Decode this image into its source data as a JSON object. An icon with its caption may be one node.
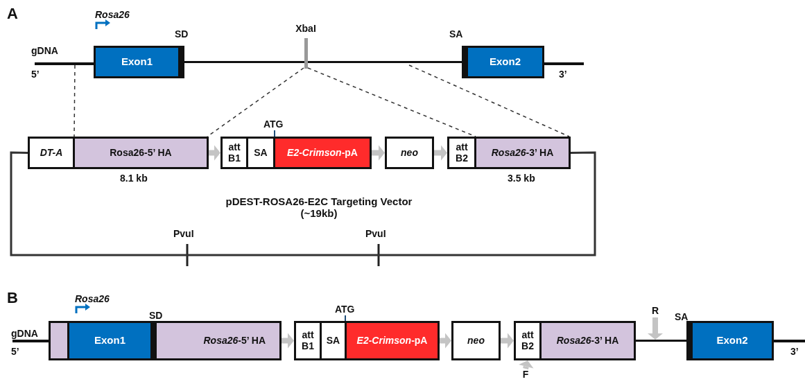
{
  "diagram": {
    "nodes": [
      {
        "text": [
          "Exon1"
        ],
        "beside": [
          "Rosa26",
          "SD"
        ]
      },
      {
        "text": [
          "XbaI"
        ]
      },
      {
        "text": [
          "Exon2"
        ],
        "beside": [
          "SA"
        ]
      },
      {
        "text": [
          "DT-A"
        ]
      },
      {
        "text": [
          "Rosa26-5’ HA"
        ],
        "beside": [
          "8.1 kb"
        ]
      },
      {
        "text": [
          "att B1"
        ]
      },
      {
        "text": [
          "SA"
        ]
      },
      {
        "text": [
          "*E2-Crimson*-pA"
        ],
        "beside": [
          "ATG"
        ]
      },
      {
        "text": [
          "neo"
        ]
      },
      {
        "text": [
          "att B2"
        ]
      },
      {
        "text": [
          "*Rosa26*-3’ HA"
        ],
        "beside": [
          "3.5 kb"
        ]
      },
      {
        "text": [
          "*Rosa26*-5’ HA"
        ]
      },
      {
        "text": [
          "Exon1"
        ],
        "in": 11,
        "beside": [
          "Rosa26",
          "SD"
        ]
      },
      {
        "text": [
          "att B1"
        ]
      },
      {
        "text": [
          "SA"
        ]
      },
      {
        "text": [
          "*E2-Crimson*-pA"
        ],
        "beside": [
          "ATG"
        ]
      },
      {
        "text": [
          "neo"
        ]
      },
      {
        "text": [
          "att B2"
        ]
      },
      {
        "text": [
          "*Rosa26*-3’ HA"
        ]
      },
      {
        "text": [
          "R"
        ]
      },
      {
        "text": [
          "F"
        ]
      },
      {
        "text": [
          "Exon2"
        ],
        "beside": [
          "SA"
        ]
      }
    ],
    "edges": [
      {
        "from": null,
        "to": 4,
        "arrow": "none",
        "style": "dashed",
        "color": "#333333"
      },
      {
        "from": 1,
        "to": 4,
        "arrow": "none",
        "style": "dashed",
        "color": "#333333"
      },
      {
        "from": 1,
        "to": 10,
        "arrow": "none",
        "style": "dashed",
        "color": "#333333"
      },
      {
        "from": null,
        "to": 10,
        "arrow": "none",
        "style": "dashed",
        "color": "#333333"
      },
      {
        "from": 4,
        "to": 5,
        "arrow": "to"
      },
      {
        "from": 7,
        "to": 8,
        "arrow": "to"
      },
      {
        "from": 8,
        "to": 9,
        "arrow": "to"
      },
      {
        "from": 3,
        "to": 10,
        "arrow": "none",
        "color": "#333333"
      },
      {
        "from": 11,
        "to": 13,
        "arrow": "to"
      },
      {
        "from": 15,
        "to": 16,
        "arrow": "to"
      },
      {
        "from": 16,
        "to": 17,
        "arrow": "to"
      },
      {
        "from": 19,
        "to": null,
        "arrow": "to"
      },
      {
        "from": 20,
        "to": 17,
        "arrow": "to"
      },
      {
        "from": 0,
        "to": 2,
        "arrow": "none",
        "color": "#111111"
      },
      {
        "from": 18,
        "to": 21,
        "arrow": "none",
        "color": "#111111"
      }
    ],
    "labels": [
      "A",
      "gDNA",
      "5’",
      "3’",
      "pDEST-ROSA26-E2C Targeting Vector (~19kb)",
      "PvuI",
      "PvuI",
      "B",
      "gDNA",
      "5’",
      "3’"
    ]
  }
}
